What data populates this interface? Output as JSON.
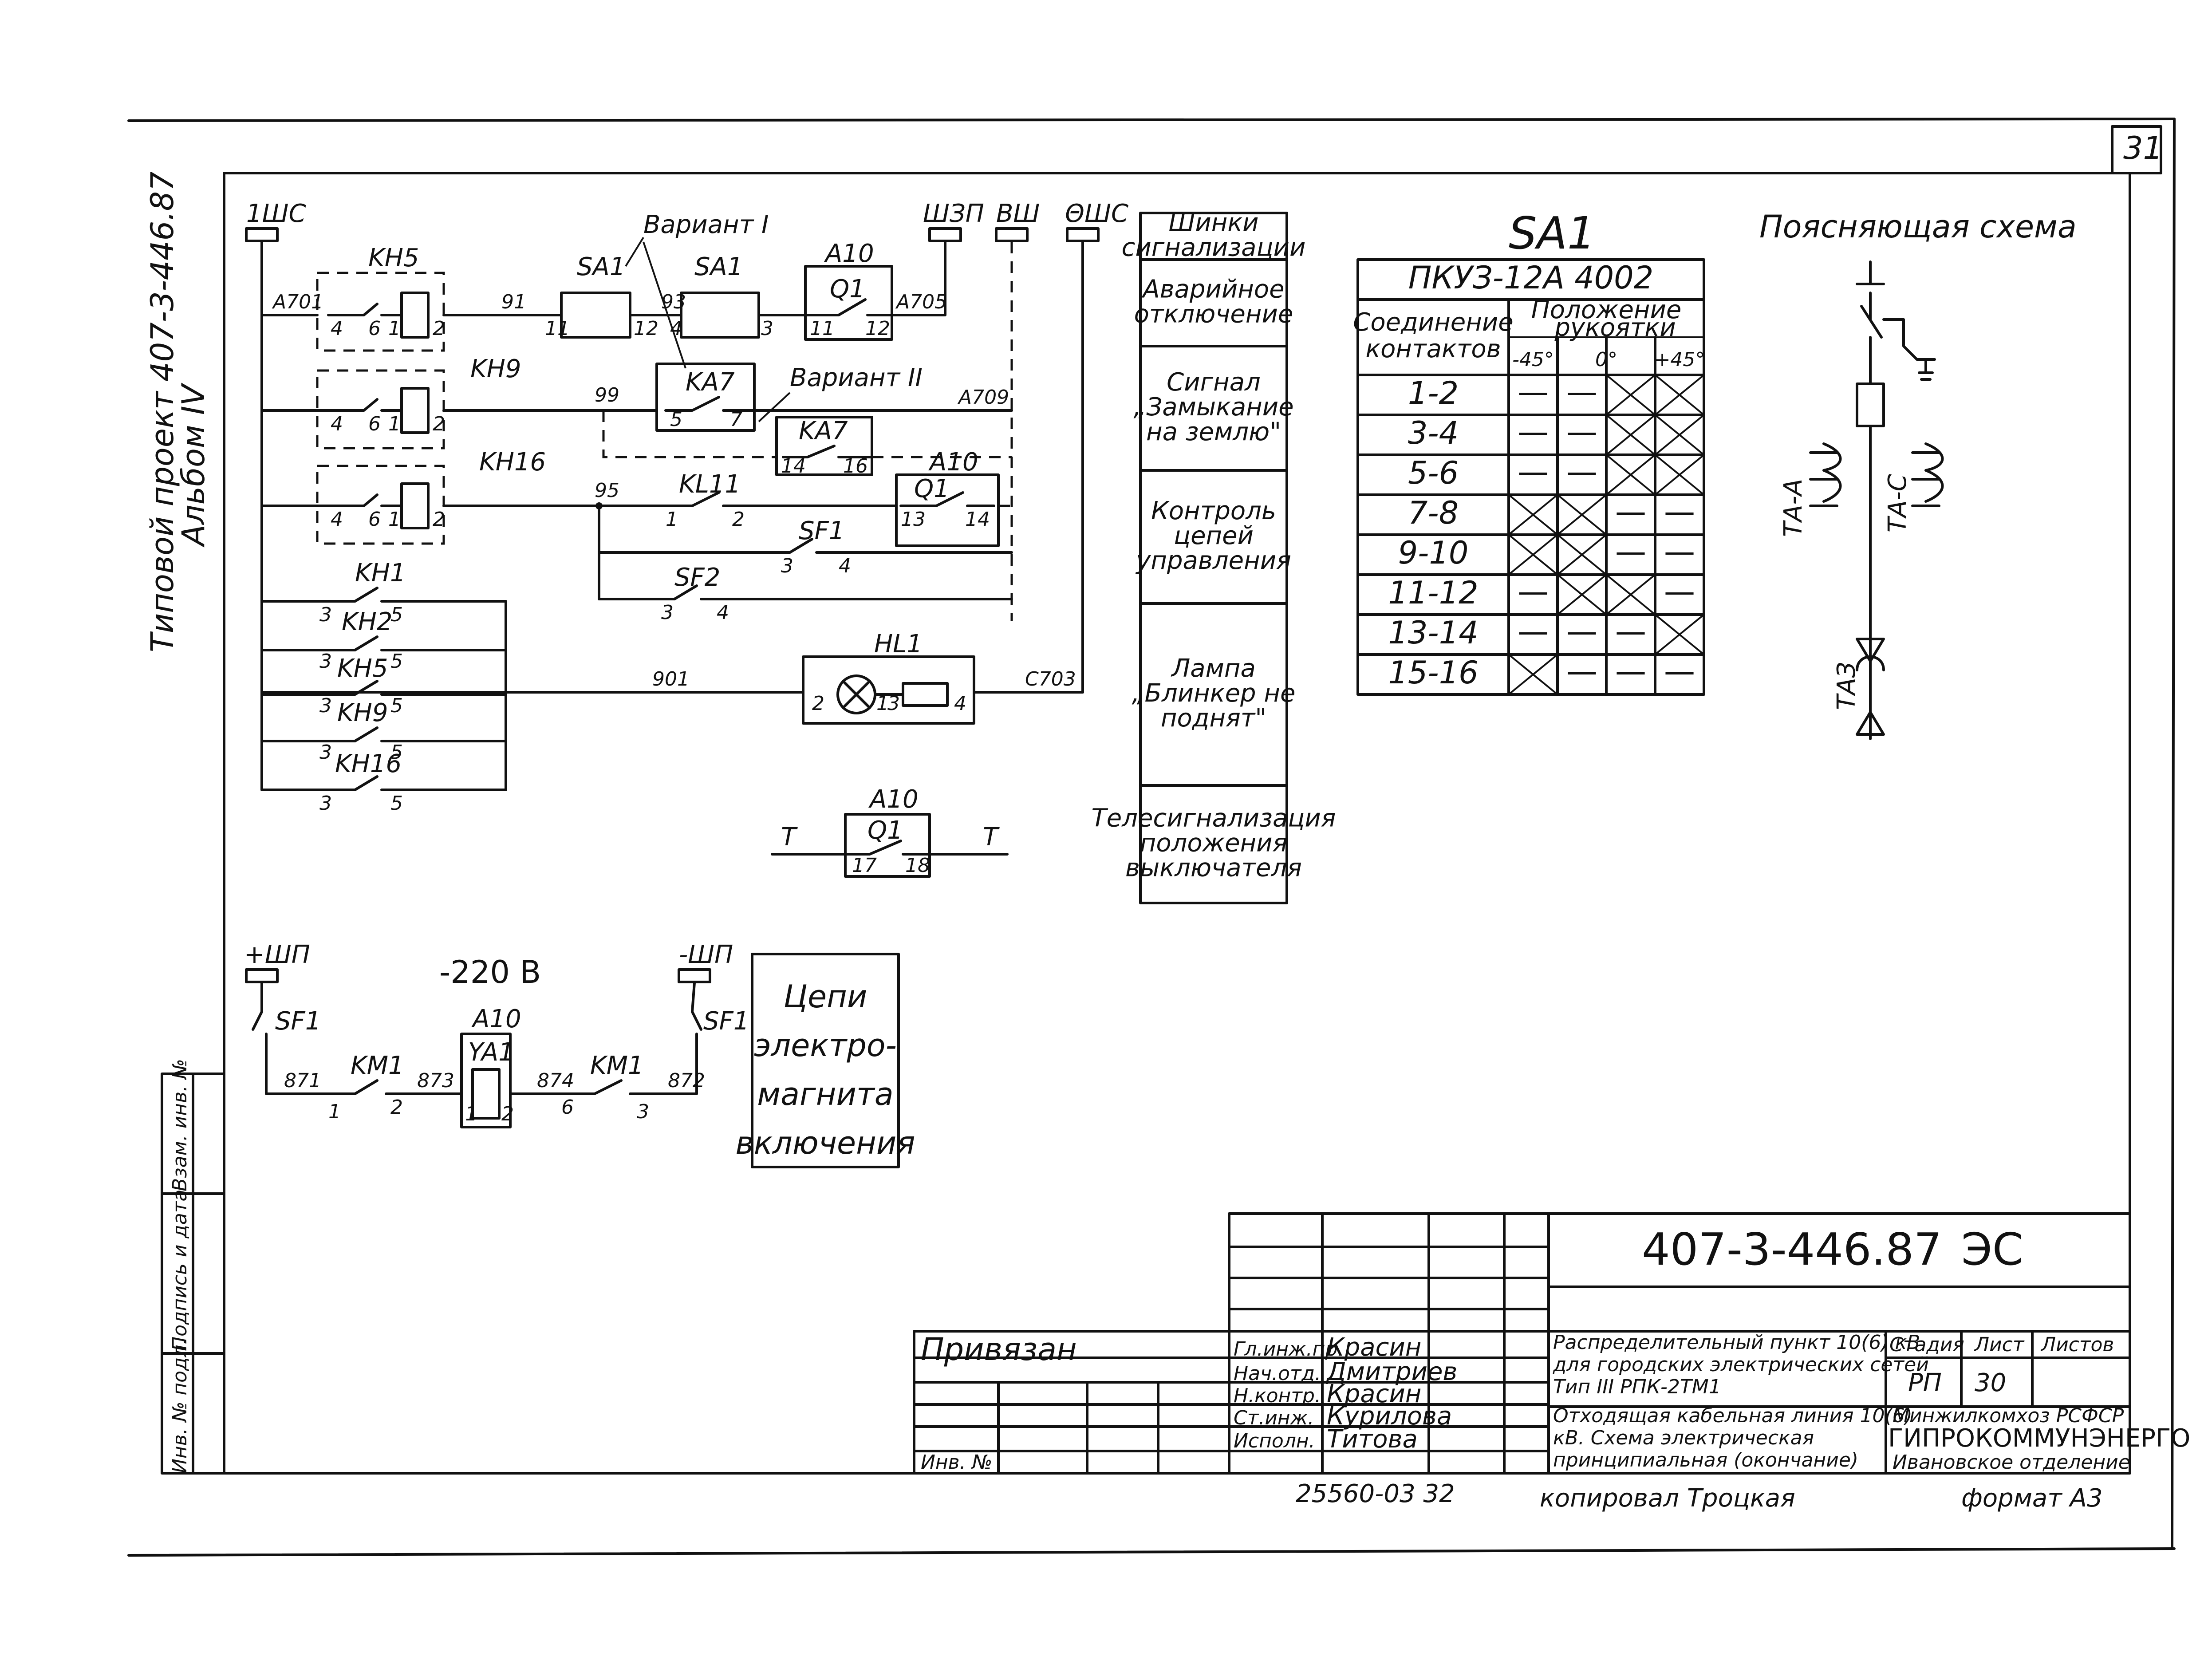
{
  "sheet": {
    "number": "31",
    "side_title": "Типовой проект 407-3-446.87",
    "side_subtitle": "Альбом IV"
  },
  "buses": {
    "b1": "1ШС",
    "b2": "ШЗП",
    "b3": "ВШ",
    "b4": "ΘШС",
    "b5": "+ШП",
    "b6": "-ШП",
    "voltage": "-220 В"
  },
  "variants": {
    "v1": "Вариант I",
    "v2": "Вариант II"
  },
  "devices": {
    "kh5": "KH5",
    "kh9": "KH9",
    "kh16": "KH16",
    "kh1": "KH1",
    "kh2": "KH2",
    "kh5b": "KH5",
    "kh9b": "KH9",
    "kh16b": "KH16",
    "sa1a": "SA1",
    "sa1b": "SA1",
    "a10a": "A10",
    "a10b": "A10",
    "a10c": "A10",
    "a10d": "A10",
    "ka7a": "KA7",
    "ka7b": "KA7",
    "kl11": "KL11",
    "sf1": "SF1",
    "sf2": "SF2",
    "hl1": "HL1",
    "q1a": "Q1",
    "q1b": "Q1",
    "q1c": "Q1",
    "sf1l": "SF1",
    "sf1r": "SF1",
    "km1l": "KM1",
    "km1r": "KM1",
    "ya1": "YA1"
  },
  "wires": {
    "w701": "A701",
    "w91": "91",
    "w93": "93",
    "w705": "A705",
    "w709": "A709",
    "w99": "99",
    "w95": "95",
    "w901": "901",
    "w703": "C703",
    "t1": "T",
    "t2": "T",
    "w871": "871",
    "w873": "873",
    "w874": "874",
    "w872": "872"
  },
  "pins": {
    "p4a": "4",
    "p6a": "6",
    "p1a": "1",
    "p2a": "2",
    "p4b": "4",
    "p6b": "6",
    "p1b": "1",
    "p2b": "2",
    "p4c": "4",
    "p6c": "6",
    "p1c": "1",
    "p2c": "2",
    "s11": "11",
    "s12": "12",
    "s4": "4",
    "s3": "3",
    "q11": "11",
    "q12": "12",
    "k5": "5",
    "k7": "7",
    "k14": "14",
    "k16": "16",
    "l1": "1",
    "l2": "2",
    "q13": "13",
    "q14": "14",
    "f3": "3",
    "f4": "4",
    "g3": "3",
    "g4": "4",
    "h2": "2",
    "h1": "1",
    "h3": "3",
    "h4": "4",
    "q17": "17",
    "q18": "18",
    "c3a": "3",
    "c5a": "5",
    "c3b": "3",
    "c5b": "5",
    "c3c": "3",
    "c5c": "5",
    "c3d": "3",
    "c5d": "5",
    "c3e": "3",
    "c5e": "5",
    "m1": "1",
    "m2": "2",
    "y1": "1",
    "y2": "2",
    "m6": "6",
    "m3": "3"
  },
  "signal_column": [
    "Шинки сигнализации",
    "Аварийное отключение",
    "Сигнал „Замыкание на землю\"",
    "Контроль цепей управления",
    "Лампа „Блинкер не поднят\"",
    "Телесигнализация положения выключателя"
  ],
  "circuit_label": "Цепи электромагнита включения",
  "sa1_table": {
    "caption": "SA1",
    "title": "ПКУЗ-12А 4002",
    "col_left": "Соединение контактов",
    "col_group": "Положение рукоятки",
    "positions": [
      "-45°",
      "0°",
      "+45°"
    ],
    "rows": [
      {
        "pair": "1-2",
        "cells": [
          "—",
          "—",
          "X",
          "X"
        ]
      },
      {
        "pair": "3-4",
        "cells": [
          "—",
          "—",
          "X",
          "X"
        ]
      },
      {
        "pair": "5-6",
        "cells": [
          "—",
          "—",
          "X",
          "X"
        ]
      },
      {
        "pair": "7-8",
        "cells": [
          "X",
          "X",
          "—",
          "—"
        ]
      },
      {
        "pair": "9-10",
        "cells": [
          "X",
          "X",
          "—",
          "—"
        ]
      },
      {
        "pair": "11-12",
        "cells": [
          "—",
          "X",
          "X",
          "—"
        ]
      },
      {
        "pair": "13-14",
        "cells": [
          "—",
          "—",
          "—",
          "X"
        ]
      },
      {
        "pair": "15-16",
        "cells": [
          "X",
          "—",
          "—",
          "—"
        ]
      }
    ]
  },
  "explain": {
    "title": "Поясняющая схема",
    "ta_a": "ТА-А",
    "ta_c": "ТА-С",
    "ta0": "ТАЗ"
  },
  "stamp": {
    "code": "407-3-446.87",
    "mark": "ЭС",
    "attached": "Привязан",
    "inv": "Инв. №",
    "roles": [
      "Гл.инж.пр.",
      "Нач.отд.",
      "Н.контр.",
      "Ст.инж.",
      "Исполн."
    ],
    "names": [
      "Красин",
      "Дмитриев",
      "Красин",
      "Курилова",
      "Титова"
    ],
    "desc1": "Распределительный пункт 10(6) кВ для городских электрических сетей Тип III РПК-2ТМ1",
    "desc2": "Отходящая кабельная линия 10(6) кВ. Схема электрическая принципиальная (окончание)",
    "h_stage": "Стадия",
    "h_sheet": "Лист",
    "h_sheets": "Листов",
    "stage": "РП",
    "sheet": "30",
    "org1": "Минжилкомхоз РСФСР",
    "org2": "ГИПРОКОММУНЭНЕРГО",
    "org3": "Ивановское отделение",
    "left1": "Инв. № подл.",
    "left2": "Подпись и дата",
    "left3": "Взам. инв. №",
    "copied": "копировал Троцкая",
    "format": "формат А3",
    "order": "25560-03 32"
  }
}
